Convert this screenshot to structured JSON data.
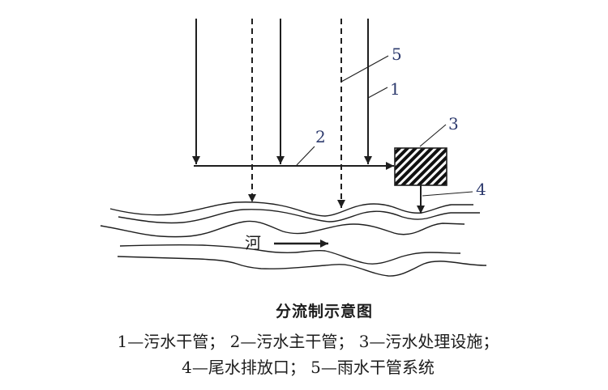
{
  "diagram": {
    "callouts": {
      "c1": "1",
      "c2": "2",
      "c3": "3",
      "c4": "4",
      "c5": "5"
    },
    "river_label": "河",
    "caption": {
      "title": "分流制示意图",
      "legend_line1": "1—污水干管； 2—污水主干管； 3—污水处理设施；",
      "legend_line2": "4—尾水排放口； 5—雨水干管系统"
    },
    "colors": {
      "line": "#1f1f1f",
      "callout_text": "#2e3b6e",
      "hatch": "#111111",
      "background": "#ffffff"
    }
  }
}
